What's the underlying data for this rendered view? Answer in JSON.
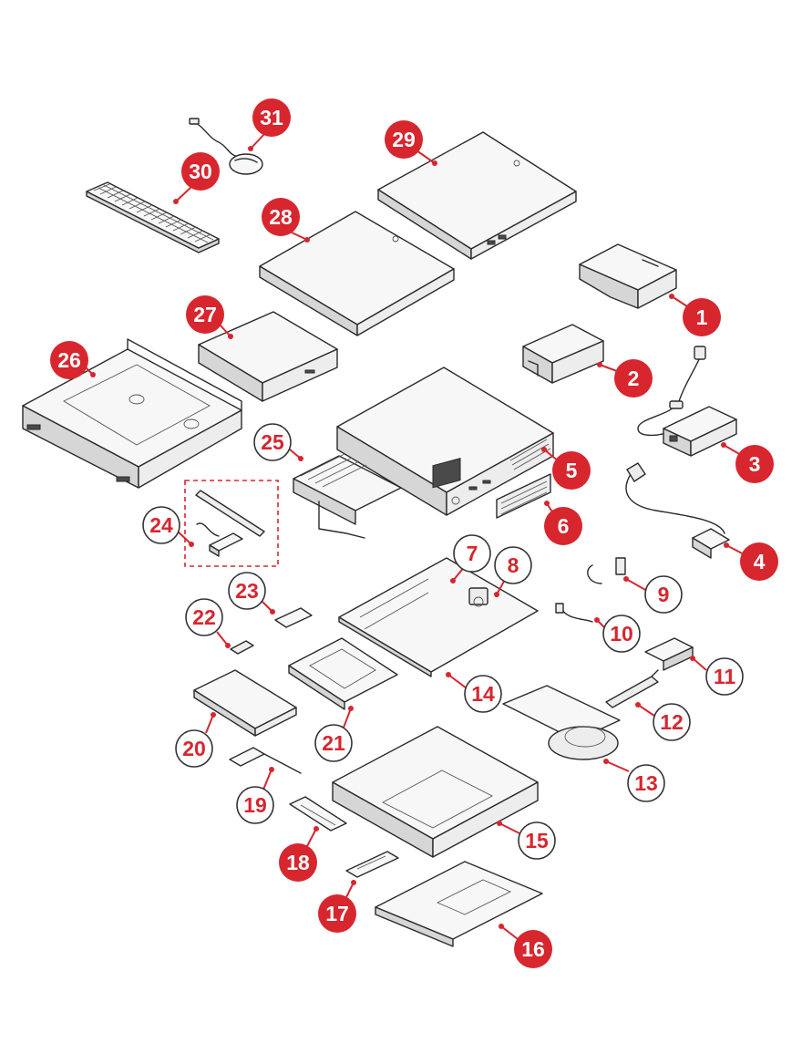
{
  "callouts": [
    {
      "label": "1",
      "style": "filled"
    },
    {
      "label": "2",
      "style": "filled"
    },
    {
      "label": "3",
      "style": "filled"
    },
    {
      "label": "4",
      "style": "filled"
    },
    {
      "label": "5",
      "style": "filled"
    },
    {
      "label": "6",
      "style": "filled"
    },
    {
      "label": "7",
      "style": "outline"
    },
    {
      "label": "8",
      "style": "outline"
    },
    {
      "label": "9",
      "style": "outline"
    },
    {
      "label": "10",
      "style": "outline"
    },
    {
      "label": "11",
      "style": "outline"
    },
    {
      "label": "12",
      "style": "outline"
    },
    {
      "label": "13",
      "style": "outline"
    },
    {
      "label": "14",
      "style": "outline"
    },
    {
      "label": "15",
      "style": "outline"
    },
    {
      "label": "16",
      "style": "filled"
    },
    {
      "label": "17",
      "style": "filled"
    },
    {
      "label": "18",
      "style": "filled"
    },
    {
      "label": "19",
      "style": "outline"
    },
    {
      "label": "20",
      "style": "outline"
    },
    {
      "label": "21",
      "style": "outline"
    },
    {
      "label": "22",
      "style": "outline"
    },
    {
      "label": "23",
      "style": "outline"
    },
    {
      "label": "24",
      "style": "outline"
    },
    {
      "label": "25",
      "style": "outline"
    },
    {
      "label": "26",
      "style": "filled"
    },
    {
      "label": "27",
      "style": "filled"
    },
    {
      "label": "28",
      "style": "filled"
    },
    {
      "label": "29",
      "style": "filled"
    },
    {
      "label": "30",
      "style": "filled"
    },
    {
      "label": "31",
      "style": "filled"
    }
  ],
  "colors": {
    "accent": "#d7262e",
    "outline": "#333333",
    "part_fill": "#ededed"
  }
}
